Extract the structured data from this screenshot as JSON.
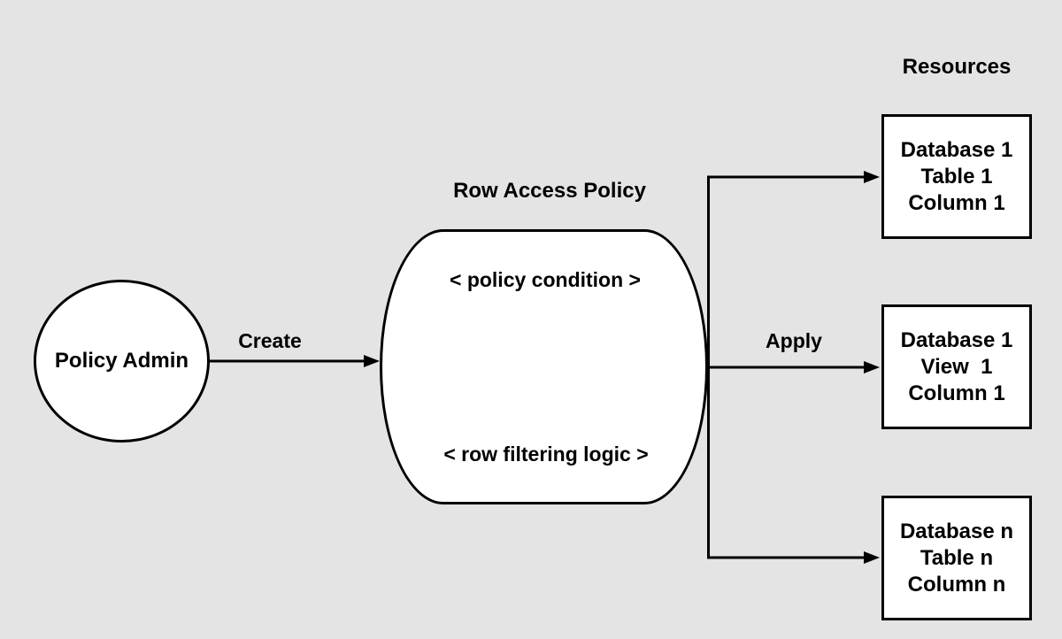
{
  "diagram": {
    "actor": {
      "label": "Policy Admin"
    },
    "edges": {
      "create_label": "Create",
      "apply_label": "Apply"
    },
    "policy": {
      "title": "Row Access Policy",
      "condition": "< policy condition >",
      "filtering": "< row filtering logic >"
    },
    "resources": {
      "heading": "Resources",
      "boxes": [
        {
          "lines": [
            "Database 1",
            "Table 1",
            "Column 1"
          ]
        },
        {
          "lines": [
            "Database 1",
            "View  1",
            "Column 1"
          ]
        },
        {
          "lines": [
            "Database n",
            "Table n",
            "Column n"
          ]
        }
      ]
    },
    "colors": {
      "background": "#e4e4e4",
      "shape_fill": "#ffffff",
      "stroke": "#000000"
    }
  }
}
